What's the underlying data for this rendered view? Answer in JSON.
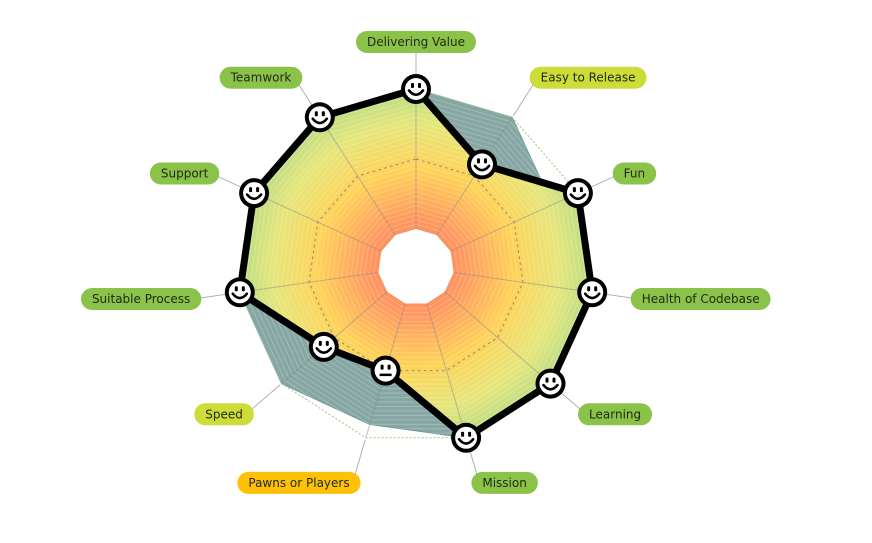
{
  "chart_data": {
    "type": "radar",
    "scale": {
      "min": 0,
      "max": 10,
      "levels": 10
    },
    "categories": [
      "Delivering Value",
      "Easy to Release",
      "Fun",
      "Health of Codebase",
      "Learning",
      "Mission",
      "Pawns or Players",
      "Speed",
      "Suitable Process",
      "Support",
      "Teamwork"
    ],
    "label_colors": [
      "#8bc34a",
      "#cddc39",
      "#8bc34a",
      "#8bc34a",
      "#8bc34a",
      "#8bc34a",
      "#ffc107",
      "#cddc39",
      "#8bc34a",
      "#8bc34a",
      "#8bc34a"
    ],
    "series": [
      {
        "values": [
          10,
          6,
          10,
          10,
          10,
          10,
          5,
          6,
          10,
          10,
          10
        ],
        "moods": [
          "happy",
          "happy",
          "happy",
          "happy",
          "happy",
          "happy",
          "neutral",
          "happy",
          "happy",
          "happy",
          "happy"
        ]
      },
      {
        "values": [
          10,
          10,
          8,
          8,
          9,
          10,
          9,
          10,
          10,
          8,
          8
        ]
      }
    ],
    "colors": {
      "gradient_inner": "#ff8a65",
      "gradient_mid": "#ffd54f",
      "gradient_outer": "#c5e1a5",
      "previous_fill": "#5f8a86",
      "line": "#000000"
    }
  }
}
